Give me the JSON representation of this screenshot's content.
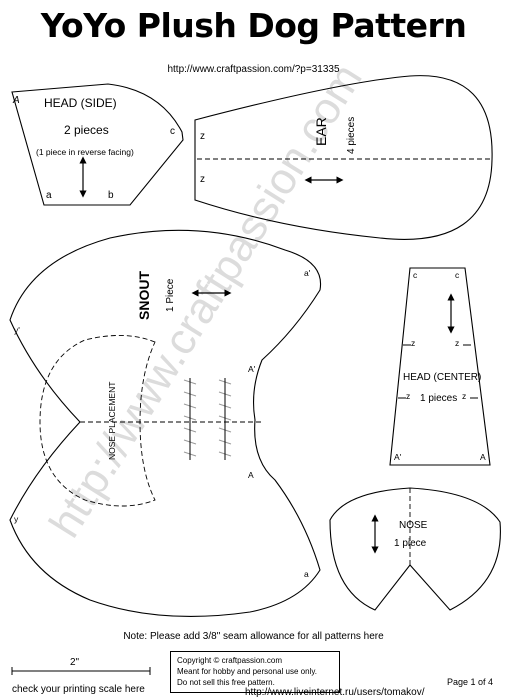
{
  "title": "YoYo Plush Dog Pattern",
  "url": "http://www.craftpassion.com/?p=31335",
  "watermark": "http://www.craftpassion.com",
  "pieces": {
    "head_side": {
      "name": "HEAD (SIDE)",
      "count": "2 pieces",
      "note": "(1 piece in reverse facing)",
      "marks": [
        "A",
        "c",
        "a",
        "b"
      ]
    },
    "ear": {
      "name": "EAR",
      "count": "4 pieces",
      "marks": [
        "z",
        "z"
      ]
    },
    "snout": {
      "name": "SNOUT",
      "count": "1 Piece",
      "marks": [
        "a'",
        "y'",
        "A'",
        "A",
        "y",
        "a"
      ],
      "placement": "NOSE PLACEMENT"
    },
    "head_center": {
      "name": "HEAD (CENTER)",
      "count": "1 pieces",
      "marks": [
        "c",
        "c",
        "z",
        "z",
        "z",
        "z",
        "A'",
        "A"
      ]
    },
    "nose": {
      "name": "NOSE",
      "count": "1 piece"
    }
  },
  "note": "Note: Please add 3/8\" seam allowance for all patterns here",
  "scale": {
    "label": "2\"",
    "caption": "check your printing scale here"
  },
  "copyright": {
    "line1": "Copyright © craftpassion.com",
    "line2": "Meant for hobby and personal use only.",
    "line3": "Do not sell this free pattern."
  },
  "page_number": "Page 1 of 4",
  "footer_url": "http://www.liveinternet.ru/users/tomakov/"
}
